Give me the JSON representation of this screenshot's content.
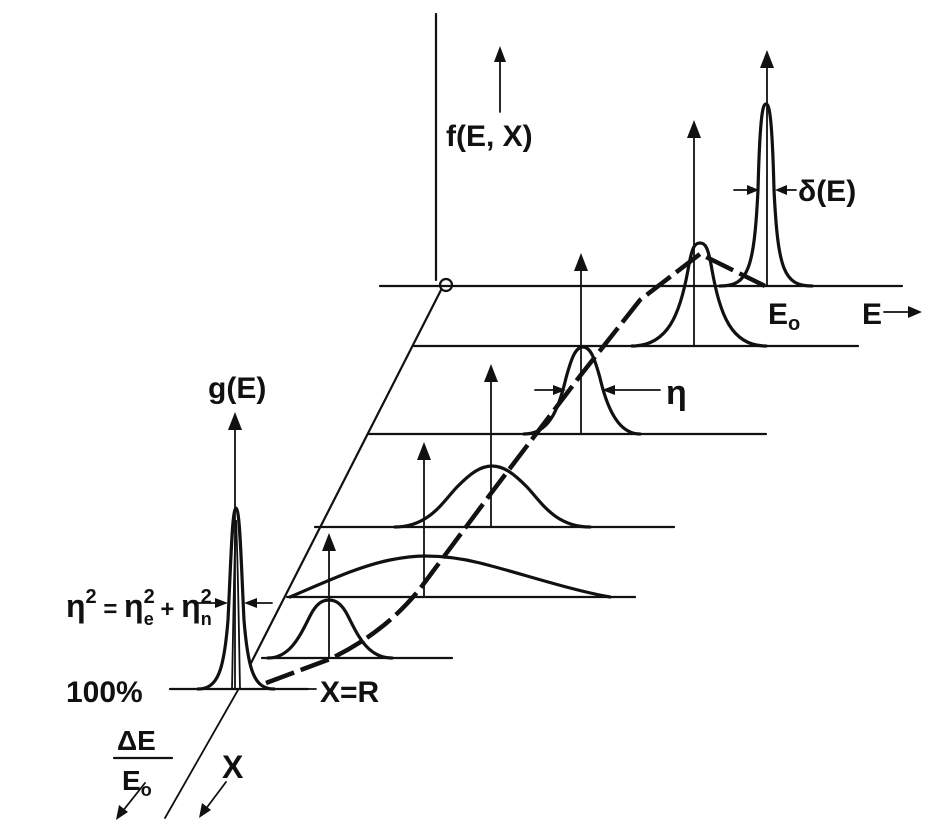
{
  "labels": {
    "f_axis": "f(E, X)",
    "g_axis": "g(E)",
    "eta": "η",
    "eta_formula": {
      "lhs": "η",
      "lhs_exp": "2",
      "eq": " = ",
      "t1": "η",
      "t1_sub": "e",
      "t1_exp": "2",
      "plus": " + ",
      "t2": "η",
      "t2_sub": "n",
      "t2_exp": "2"
    },
    "delta": "δ(E)",
    "e0": "E",
    "e0_sub": "o",
    "e_axis": "E",
    "percent": "100%",
    "x_eq_r": "X=R",
    "ratio_num": "ΔE",
    "ratio_den": "E",
    "ratio_den_sub": "o",
    "x_axis": "X"
  }
}
